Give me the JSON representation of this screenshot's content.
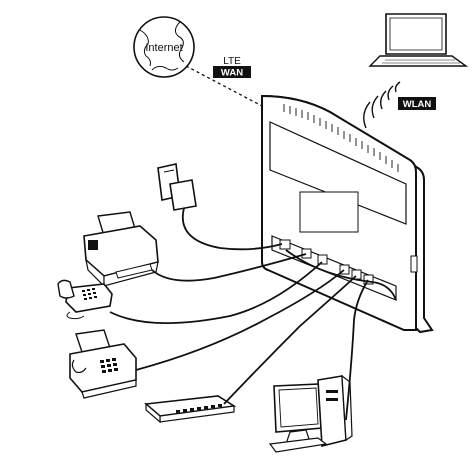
{
  "labels": {
    "internet": "Internet",
    "lte": "LTE",
    "wan": "WAN",
    "wlan": "WLAN"
  },
  "colors": {
    "line": "#111111",
    "tag_bg": "#111111",
    "tag_text": "#ffffff"
  },
  "icons": [
    "globe-icon",
    "laptop-icon",
    "router-icon",
    "power-adapter-icon",
    "printer-icon",
    "telephone-icon",
    "fax-machine-icon",
    "network-switch-icon",
    "desktop-computer-icon",
    "wireless-signal-icon"
  ]
}
